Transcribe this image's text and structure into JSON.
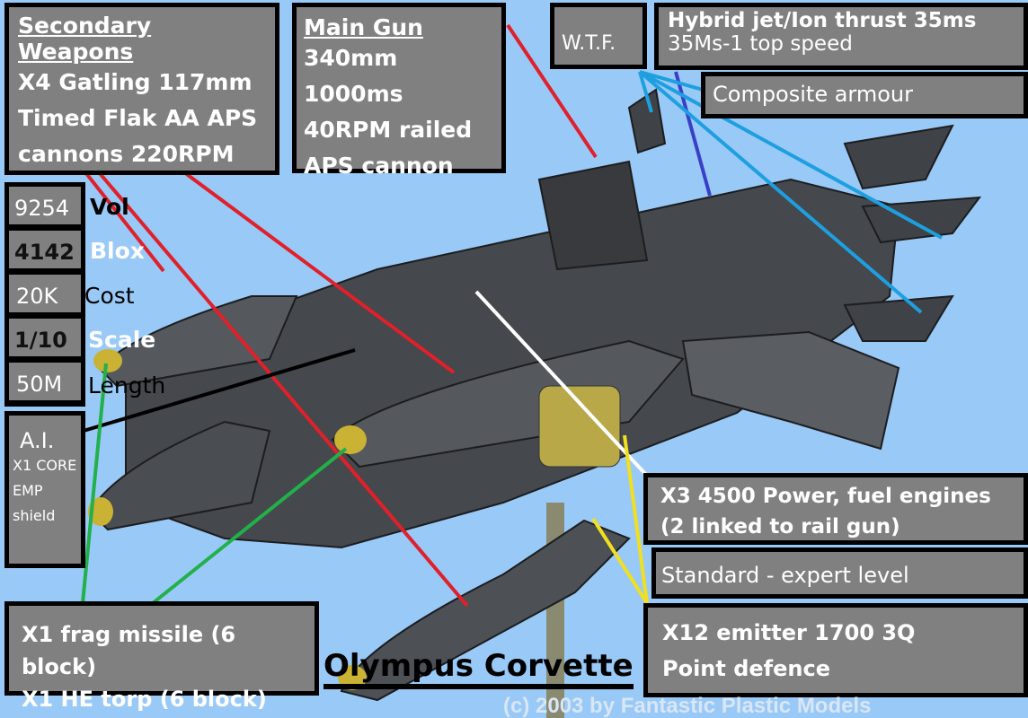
{
  "secondary": {
    "title": "Secondary Weapons",
    "lines": [
      "X4 Gatling 117mm",
      "Timed Flak AA APS",
      "cannons 220RPM"
    ]
  },
  "main_gun": {
    "title": "Main Gun",
    "lines": [
      "340mm 1000ms",
      "40RPM railed",
      "APS cannon"
    ]
  },
  "wtf": "W.T.F.",
  "thrust": {
    "line1": "Hybrid jet/Ion thrust 35ms",
    "line2": "35Ms-1 top speed"
  },
  "armour": "Composite armour",
  "stats": [
    {
      "value": "9254",
      "label": "Vol"
    },
    {
      "value": "4142",
      "label": "Blox"
    },
    {
      "value": "20K",
      "label": "Cost"
    },
    {
      "value": "1/10",
      "label": "Scale"
    },
    {
      "value": "50M",
      "label": "Length"
    }
  ],
  "ai": {
    "title": "A.I.",
    "lines": [
      "X1 CORE",
      "EMP",
      "shield"
    ]
  },
  "power": {
    "line1": "X3 4500 Power, fuel engines",
    "line2": "(2 linked to rail gun)"
  },
  "crew": "Standard -  expert level",
  "missiles": {
    "line1": "X1 frag missile (6 block)",
    "line2": "X1 HE torp (6 block)"
  },
  "pd": {
    "line1": "X12 emitter 1700 3Q",
    "line2": "Point defence"
  },
  "title": "Olympus Corvette",
  "watermark": "(c) 2003 by Fantastic Plastic Models"
}
